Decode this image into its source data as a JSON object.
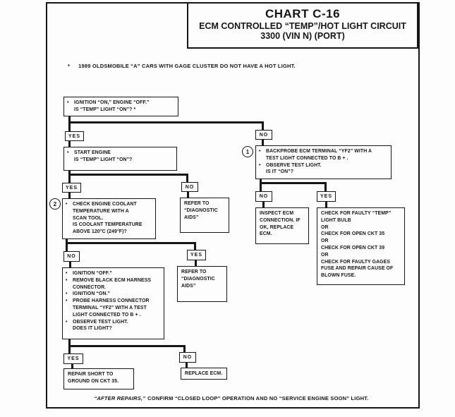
{
  "page": {
    "title": {
      "chart_id": "CHART C-16",
      "subtitle1": "ECM CONTROLLED “TEMP”/HOT LIGHT CIRCUIT",
      "subtitle2": "3300 (VIN N) (PORT)"
    },
    "note": {
      "marker": "*",
      "text": "1989 OLDSMOBILE “A” CARS WITH GAGE CLUSTER DO NOT HAVE A HOT LIGHT."
    },
    "footer": {
      "emphasis": "“AFTER REPAIRS,”",
      "text": "CONFIRM “CLOSED LOOP” OPERATION AND NO “SERVICE ENGINE SOON” LIGHT."
    }
  },
  "labels": {
    "yes": "YES",
    "no": "NO"
  },
  "badges": {
    "step1": "1",
    "step2": "2"
  },
  "nodes": {
    "ignition_check": {
      "lines": [
        {
          "b": "•",
          "t": "IGNITION “ON,” ENGINE “OFF.”"
        },
        {
          "b": "",
          "t": "IS “TEMP” LIGHT “ON”? *"
        }
      ]
    },
    "start_engine": {
      "lines": [
        {
          "b": "•",
          "t": "START ENGINE"
        },
        {
          "b": "",
          "t": "IS “TEMP” LIGHT “ON”?"
        }
      ]
    },
    "backprobe": {
      "lines": [
        {
          "b": "•",
          "t": "BACKPROBE ECM TERMINAL “YF2” WITH A"
        },
        {
          "b": "",
          "t": "TEST LIGHT CONNECTED TO B + ."
        },
        {
          "b": "•",
          "t": "OBSERVE TEST LIGHT."
        },
        {
          "b": "",
          "t": "IS IT “ON”?"
        }
      ]
    },
    "coolant_check": {
      "lines": [
        {
          "b": "•",
          "t": "CHECK ENGINE COOLANT"
        },
        {
          "b": "",
          "t": "TEMPERATURE WITH A"
        },
        {
          "b": "",
          "t": "SCAN TOOL."
        },
        {
          "b": "",
          "t": "IS COOLANT TEMPERATURE"
        },
        {
          "b": "",
          "t": "ABOVE 120°C (249°F)?"
        }
      ]
    },
    "refer_diagnostic_aids_1": {
      "lines": [
        "REFER TO",
        "“DIAGNOSTIC",
        "AIDS”"
      ]
    },
    "refer_diagnostic_aids_2": {
      "lines": [
        "REFER TO",
        "“DIAGNOSTIC",
        "AIDS”"
      ]
    },
    "inspect_ecm": {
      "lines": [
        "INSPECT ECM",
        "CONNECTION. IF",
        "OK, REPLACE",
        "ECM."
      ]
    },
    "check_faulty": {
      "lines": [
        "CHECK FOR FAULTY “TEMP”",
        "LIGHT BULB",
        "OR",
        "CHECK FOR OPEN CKT 35",
        "OR",
        "CHECK FOR OPEN CKT 39",
        "OR",
        "CHECK FOR FAULTY GAGES",
        "FUSE AND REPAIR CAUSE OF",
        "BLOWN FUSE."
      ]
    },
    "harness_probe": {
      "lines": [
        {
          "b": "•",
          "t": "IGNITION “OFF.”"
        },
        {
          "b": "•",
          "t": "REMOVE BLACK ECM HARNESS"
        },
        {
          "b": "",
          "t": "CONNECTOR."
        },
        {
          "b": "•",
          "t": "IGNITION “ON.”"
        },
        {
          "b": "•",
          "t": "PROBE HARNESS CONNECTOR"
        },
        {
          "b": "",
          "t": "TERMINAL “YF2” WITH A TEST"
        },
        {
          "b": "",
          "t": "LIGHT CONNECTED TO B + ."
        },
        {
          "b": "•",
          "t": "OBSERVE TEST LIGHT."
        },
        {
          "b": "",
          "t": "DOES IT LIGHT?"
        }
      ]
    },
    "repair_short": {
      "lines": [
        "REPAIR SHORT TO",
        "GROUND ON CKT 35."
      ]
    },
    "replace_ecm": {
      "lines": [
        "REPLACE ECM."
      ]
    }
  }
}
